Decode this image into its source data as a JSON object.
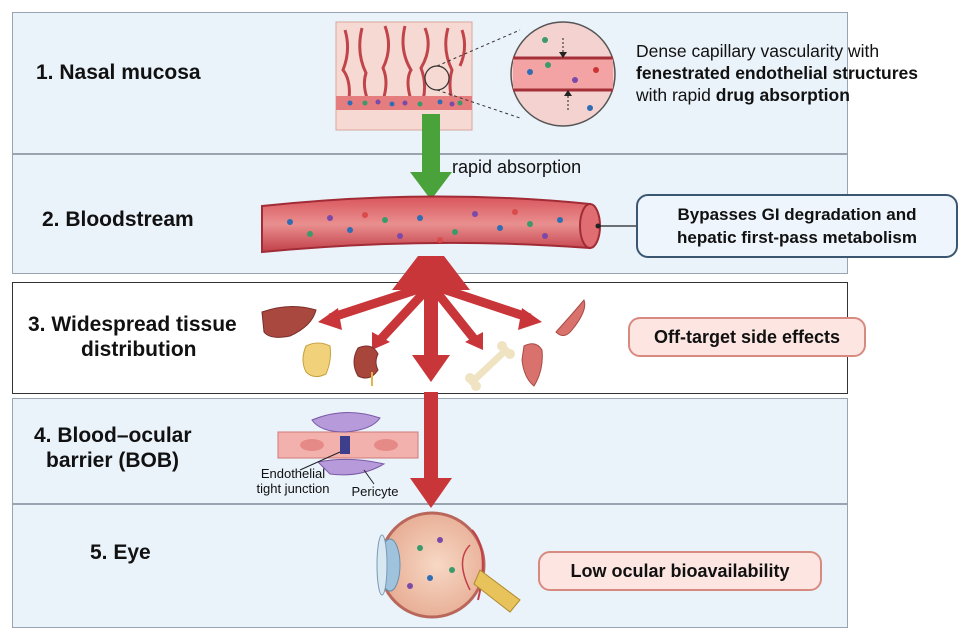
{
  "steps": {
    "s1": "1. Nasal mucosa",
    "s2": "2. Bloodstream",
    "s3_line1": "3. Widespread tissue",
    "s3_line2": "distribution",
    "s4_line1": "4. Blood–ocular",
    "s4_line2": "barrier (BOB)",
    "s5": "5. Eye"
  },
  "nasal_callout": {
    "line1": "Dense capillary vascularity with",
    "line2_bold": "fenestrated endothelial structures",
    "line3_prefix": "with rapid ",
    "line3_bold": "drug absorption"
  },
  "arrow_label": "rapid absorption",
  "bloodstream_box": {
    "line1": "Bypasses GI degradation and",
    "line2": "hepatic first-pass metabolism"
  },
  "tissue_box": "Off-target side effects",
  "bob_labels": {
    "junction_line1": "Endothelial",
    "junction_line2": "tight junction",
    "pericyte": "Pericyte"
  },
  "eye_box": "Low ocular bioavailability",
  "colors": {
    "band_blue": "#eaf2fa",
    "green_arrow": "#4aa33a",
    "red_arrow": "#c8363a",
    "vessel": "#c9404a",
    "box_blue_border": "#3b5670",
    "box_pink_border": "#d98a80"
  },
  "icons": [
    "nasal-tissue-illustration",
    "capillary-zoom-icon",
    "blood-vessel-illustration",
    "liver-icon",
    "pancreas-icon",
    "kidney-icon",
    "bone-icon",
    "muscle-icon",
    "endothelium-pericyte-illustration",
    "eye-cross-section-icon"
  ]
}
